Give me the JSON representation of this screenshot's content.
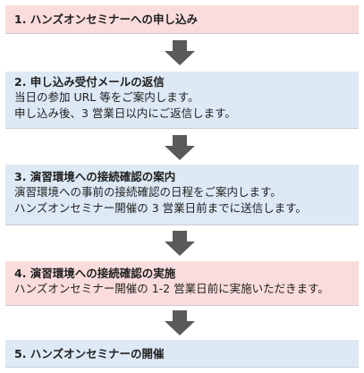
{
  "flow": {
    "colors": {
      "highlight": "#fbdcdc",
      "normal": "#dde9f5",
      "arrow": "#5a5a5a"
    },
    "steps": [
      {
        "title": "1. ハンズオンセミナーへの申し込み",
        "lines": []
      },
      {
        "title": "2. 申し込み受付メールの返信",
        "lines": [
          "当日の参加 URL 等をご案内します。",
          "申し込み後、3 営業日以内にご返信します。"
        ]
      },
      {
        "title": "3. 演習環境への接続確認の案内",
        "lines": [
          "演習環境への事前の接続確認の日程をご案内します。",
          "ハンズオンセミナー開催の 3 営業日前までに送信します。"
        ]
      },
      {
        "title": "4. 演習環境への接続確認の実施",
        "lines": [
          "ハンズオンセミナー開催の 1-2 営業日前に実施いただきます。"
        ]
      },
      {
        "title": "5. ハンズオンセミナーの開催",
        "lines": []
      }
    ]
  }
}
